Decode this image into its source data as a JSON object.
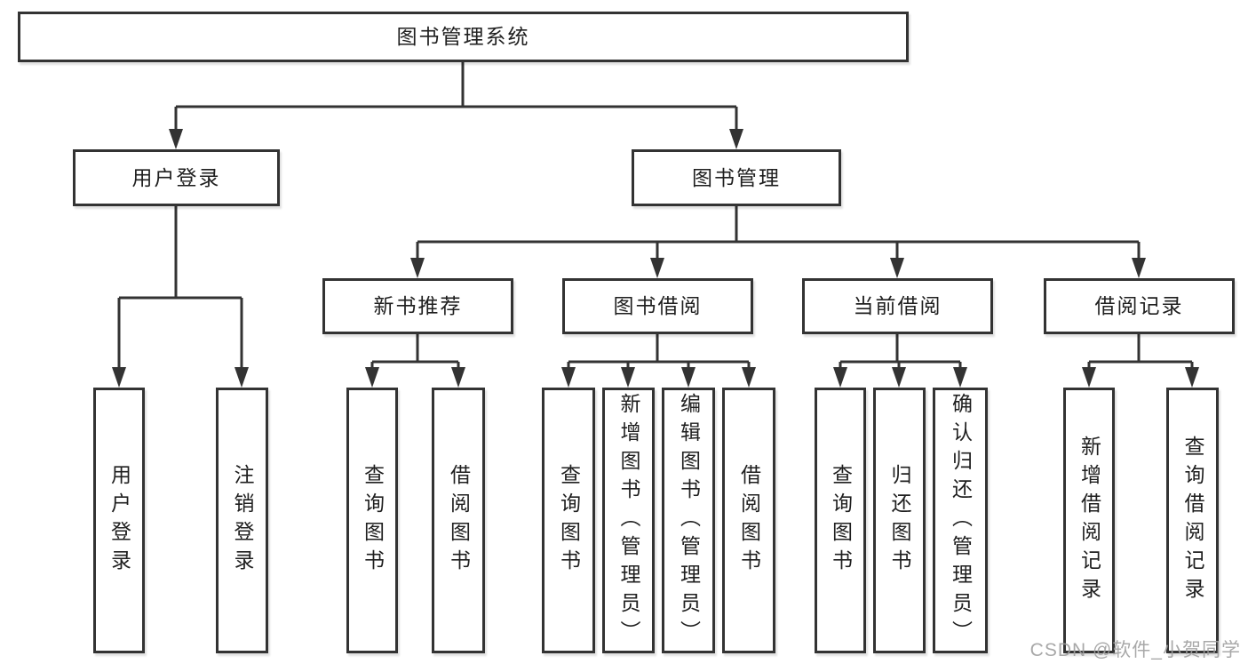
{
  "diagram": {
    "tree": {
      "root": {
        "label": "图书管理系统"
      },
      "branches": [
        {
          "label": "用户登录",
          "children": [
            {
              "label": "用户登录"
            },
            {
              "label": "注销登录"
            }
          ]
        },
        {
          "label": "图书管理",
          "children": [
            {
              "label": "新书推荐",
              "children": [
                {
                  "label": "查询图书"
                },
                {
                  "label": "借阅图书"
                }
              ]
            },
            {
              "label": "图书借阅",
              "children": [
                {
                  "label": "查询图书"
                },
                {
                  "label": "新增图书（管理员）"
                },
                {
                  "label": "编辑图书（管理员）"
                },
                {
                  "label": "借阅图书"
                }
              ]
            },
            {
              "label": "当前借阅",
              "children": [
                {
                  "label": "查询图书"
                },
                {
                  "label": "归还图书"
                },
                {
                  "label": "确认归还（管理员）"
                }
              ]
            },
            {
              "label": "借阅记录",
              "children": [
                {
                  "label": "新增借阅记录"
                },
                {
                  "label": "查询借阅记录"
                }
              ]
            }
          ]
        }
      ]
    },
    "colors": {
      "line": "#333333",
      "text": "#1f1f1f",
      "box_background": "#ffffff",
      "page_background": "#ffffff"
    }
  },
  "watermark": {
    "text": "CSDN @软件_小贺同学",
    "color": "#9e9e9e"
  }
}
